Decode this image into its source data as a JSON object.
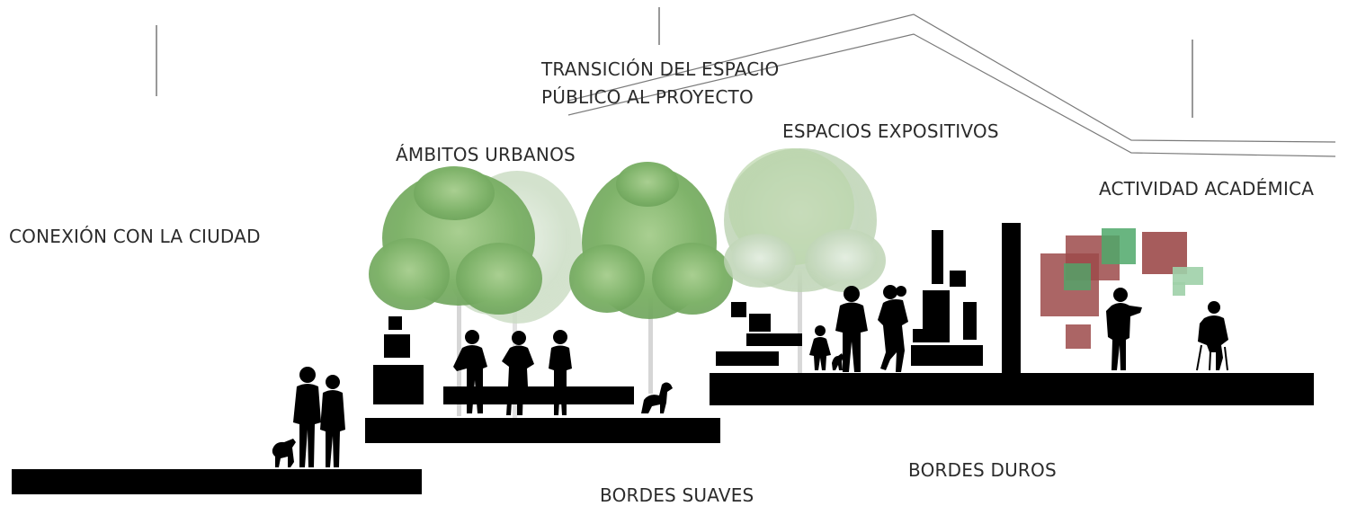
{
  "labels": {
    "conexion": "CONEXIÓN CON LA CIUDAD",
    "ambitos": "ÁMBITOS URBANOS",
    "transicion_line1": "TRANSICIÓN DEL ESPACIO",
    "transicion_line2": "PÚBLICO AL PROYECTO",
    "espacios": "ESPACIOS EXPOSITIVOS",
    "actividad": "ACTIVIDAD ACADÉMICA",
    "bordes_suaves": "BORDES SUAVES",
    "bordes_duros": "BORDES DUROS"
  },
  "colors": {
    "ground": "#000000",
    "text": "#2b2b2b",
    "line": "#8c8c8c",
    "tree_canopy": "#8fbf76",
    "tree_canopy_light": "#c9dcc0",
    "tree_trunk": "#d8d8d8",
    "red_panel": "#9c4a4a",
    "green_panel": "#4fa86a",
    "green_panel_light": "#9fd0a8"
  },
  "icons": [
    "person-silhouette-icon",
    "dog-silhouette-icon",
    "tree-icon",
    "chair-icon"
  ]
}
